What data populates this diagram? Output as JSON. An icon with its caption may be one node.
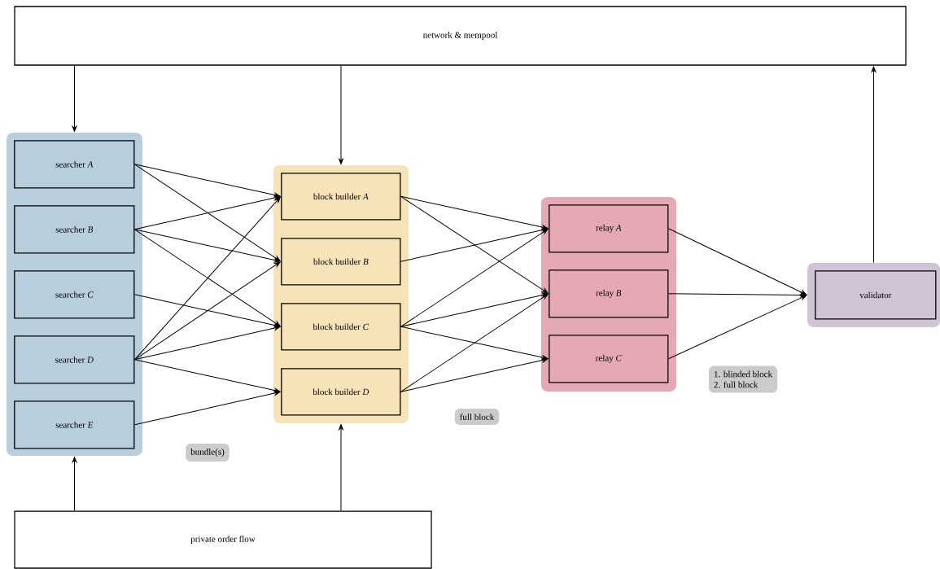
{
  "diagram": {
    "nodes": [
      {
        "text": [
          "network & mempool"
        ]
      },
      {
        "text": [],
        "shape": "box"
      },
      {
        "text": [
          "searcher *A*"
        ],
        "in": 1
      },
      {
        "text": [
          "searcher *B*"
        ],
        "in": 1
      },
      {
        "text": [
          "searcher *C*"
        ],
        "in": 1
      },
      {
        "text": [
          "searcher *D*"
        ],
        "in": 1
      },
      {
        "text": [
          "searcher *E*"
        ],
        "in": 1
      },
      {
        "text": [],
        "shape": "box"
      },
      {
        "text": [
          "block builder *A*"
        ],
        "in": 7
      },
      {
        "text": [
          "block builder *B*"
        ],
        "in": 7
      },
      {
        "text": [
          "block builder *C*"
        ],
        "in": 7
      },
      {
        "text": [
          "block builder *D*"
        ],
        "in": 7
      },
      {
        "text": [],
        "shape": "box"
      },
      {
        "text": [
          "relay *A*"
        ],
        "in": 12
      },
      {
        "text": [
          "relay *B*"
        ],
        "in": 12
      },
      {
        "text": [
          "relay *C*"
        ],
        "in": 12
      },
      {
        "text": [],
        "shape": "box"
      },
      {
        "text": [
          "validator"
        ],
        "in": 16
      },
      {
        "text": [
          "private order flow"
        ]
      }
    ],
    "edges": [
      {
        "from": 0,
        "to": 1,
        "arrow": "to"
      },
      {
        "from": 0,
        "to": 7,
        "arrow": "to"
      },
      {
        "from": 16,
        "to": 0,
        "arrow": "to"
      },
      {
        "from": 18,
        "to": 1,
        "arrow": "to"
      },
      {
        "from": 18,
        "to": 7,
        "arrow": "to"
      },
      {
        "from": 2,
        "to": 8,
        "arrow": "to"
      },
      {
        "from": 2,
        "to": 9,
        "arrow": "to"
      },
      {
        "from": 3,
        "to": 8,
        "arrow": "to"
      },
      {
        "from": 3,
        "to": 9,
        "arrow": "to"
      },
      {
        "from": 3,
        "to": 10,
        "arrow": "to"
      },
      {
        "from": 4,
        "to": 10,
        "arrow": "to"
      },
      {
        "from": 5,
        "to": 8,
        "arrow": "to"
      },
      {
        "from": 5,
        "to": 9,
        "arrow": "to"
      },
      {
        "from": 5,
        "to": 10,
        "arrow": "to"
      },
      {
        "from": 5,
        "to": 11,
        "arrow": "to"
      },
      {
        "from": 6,
        "to": 11,
        "arrow": "to"
      },
      {
        "from": 8,
        "to": 13,
        "arrow": "to"
      },
      {
        "from": 8,
        "to": 14,
        "arrow": "to"
      },
      {
        "from": 9,
        "to": 13,
        "arrow": "to"
      },
      {
        "from": 10,
        "to": 13,
        "arrow": "to"
      },
      {
        "from": 10,
        "to": 14,
        "arrow": "to"
      },
      {
        "from": 10,
        "to": 15,
        "arrow": "to"
      },
      {
        "from": 11,
        "to": 14,
        "arrow": "to"
      },
      {
        "from": 11,
        "to": 15,
        "arrow": "to"
      },
      {
        "from": 13,
        "to": 16,
        "arrow": "to"
      },
      {
        "from": 14,
        "to": 16,
        "arrow": "to"
      },
      {
        "from": 15,
        "to": 16,
        "arrow": "to"
      }
    ],
    "labels": [
      "bundle(s)",
      "full block",
      "1. blinded block",
      "2. full block"
    ]
  }
}
